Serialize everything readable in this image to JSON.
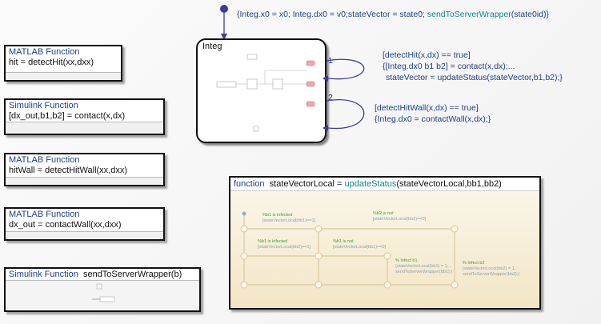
{
  "default_transition": {
    "label_parts": [
      {
        "text": "{Integ.x0 = x0; Integ.dx0 = v0;stateVector = state0; ",
        "color": "blue"
      },
      {
        "text": "sendToServerWrapper",
        "color": "teal"
      },
      {
        "text": "(state0id)}",
        "color": "blue"
      }
    ]
  },
  "chart_state": {
    "name": "Integ"
  },
  "transitions": [
    {
      "order": "1",
      "line1": "[detectHit(x,dx) == true]",
      "line2": "{[Integ.dx0 b1 b2] = contact(x,dx);...",
      "line3": "stateVector = updateStatus(stateVector,b1,b2);}"
    },
    {
      "order": "2",
      "line1": "[detectHitWall(x,dx) == true]",
      "line2": "{Integ.dx0 = contactWall(x,dx);}"
    }
  ],
  "function_blocks": [
    {
      "type": "MATLAB Function",
      "signature": "hit = detectHit(xx,dxx)"
    },
    {
      "type": "Simulink Function",
      "signature": "[dx_out,b1,b2] = contact(x,dx)"
    },
    {
      "type": "MATLAB Function",
      "signature": "hitWall = detectHitWall(xx,dxx)"
    },
    {
      "type": "MATLAB Function",
      "signature": "dx_out = contactWall(xx,dxx)"
    },
    {
      "type": "Simulink Function",
      "name": "sendToServerWrapper(b)"
    }
  ],
  "graphical_function": {
    "keyword": "function",
    "lhs": "stateVectorLocal = ",
    "fname": "updateStatus",
    "args": "(stateVectorLocal,bb1,bb2)",
    "inner_labels": {
      "c1": "%b1 is infected",
      "c1b": "[stateVectorLocal(bb1)==1]",
      "c2": "%b2 is not",
      "c2b": "[stateVectorLocal(bb2)==0]",
      "c3": "%b1 is infected",
      "c3b": "[stateVectorLocal(bb2)==1]",
      "c4": "%b1 is not",
      "c4b": "[stateVectorLocal(bb1)==0]",
      "a1": "% Infect b1",
      "a1b": "{stateVectorLocal(bb1) = 1;...",
      "a1c": "sendToServerWrapper(bb1);}",
      "a2": "% Infect b2",
      "a2b": "{stateVectorLocal(bb2) = 1;",
      "a2c": "sendToServerWrapper(bb2);}"
    }
  }
}
